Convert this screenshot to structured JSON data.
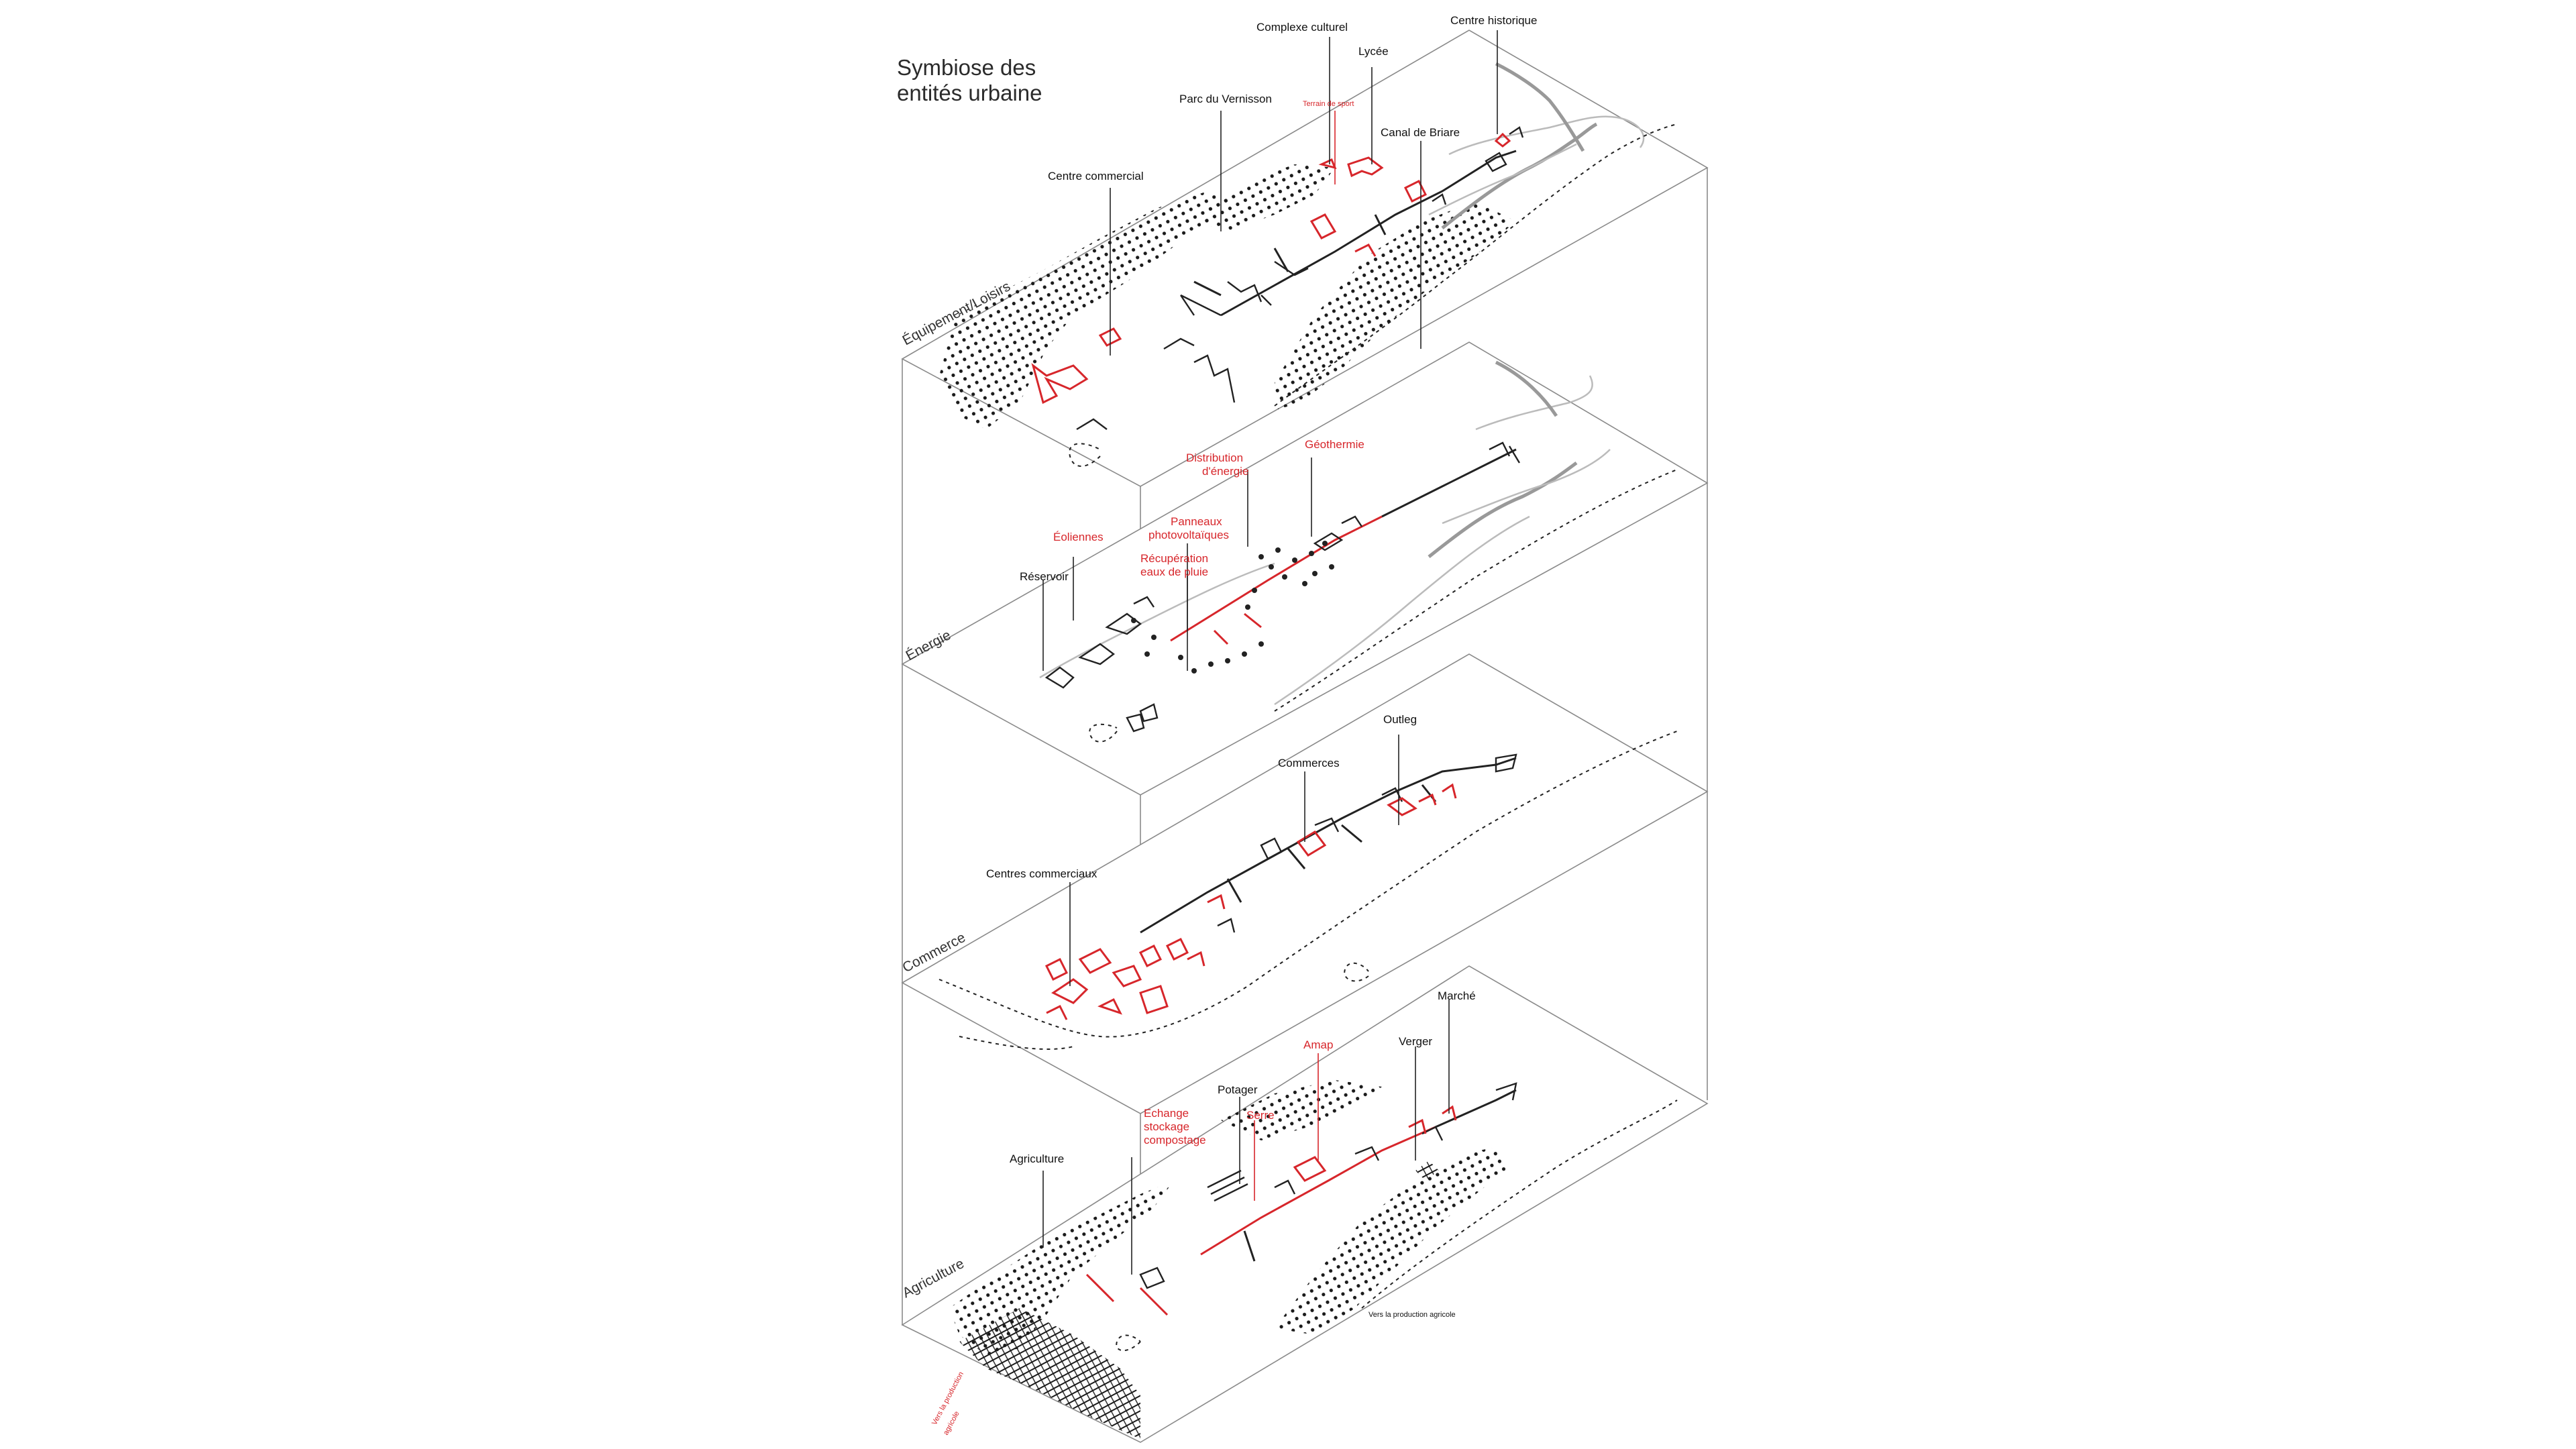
{
  "title": {
    "line1": "Symbiose des",
    "line2": "entités urbaine"
  },
  "layers": [
    {
      "name": "Équipement/Loisirs",
      "labels": [
        {
          "text": "Complexe culturel",
          "color": "black"
        },
        {
          "text": "Centre historique",
          "color": "black"
        },
        {
          "text": "Lycée",
          "color": "black"
        },
        {
          "text": "Parc du Vernisson",
          "color": "black"
        },
        {
          "text": "Terrain de sport",
          "color": "red"
        },
        {
          "text": "Canal de Briare",
          "color": "black"
        },
        {
          "text": "Centre commercial",
          "color": "black"
        }
      ]
    },
    {
      "name": "Énergie",
      "labels": [
        {
          "text": "Distribution",
          "color": "red"
        },
        {
          "text": "d'énergie",
          "color": "red"
        },
        {
          "text": "Géothermie",
          "color": "red"
        },
        {
          "text": "Panneaux",
          "color": "red"
        },
        {
          "text": "photovoltaïques",
          "color": "red"
        },
        {
          "text": "Éoliennes",
          "color": "red"
        },
        {
          "text": "Récupération",
          "color": "red"
        },
        {
          "text": "eaux de pluie",
          "color": "red"
        },
        {
          "text": "Réservoir",
          "color": "black"
        }
      ]
    },
    {
      "name": "Commerce",
      "labels": [
        {
          "text": "Outleg",
          "color": "black"
        },
        {
          "text": "Commerces",
          "color": "black"
        },
        {
          "text": "Centres commerciaux",
          "color": "black"
        }
      ]
    },
    {
      "name": "Agriculture",
      "labels": [
        {
          "text": "Marché",
          "color": "black"
        },
        {
          "text": "Verger",
          "color": "black"
        },
        {
          "text": "Amap",
          "color": "red"
        },
        {
          "text": "Potager",
          "color": "black"
        },
        {
          "text": "Serre",
          "color": "red"
        },
        {
          "text": "Echange",
          "color": "red"
        },
        {
          "text": "stockage",
          "color": "red"
        },
        {
          "text": "compostage",
          "color": "red"
        },
        {
          "text": "Agriculture",
          "color": "black"
        },
        {
          "text": "Vers la production agricole",
          "color": "black"
        },
        {
          "text": "Vers la production",
          "color": "red"
        },
        {
          "text": "agricole",
          "color": "red"
        }
      ]
    }
  ],
  "colors": {
    "accent_red": "#d7262b",
    "ink": "#222222",
    "frame": "#8a8a8a",
    "background": "#ffffff"
  }
}
